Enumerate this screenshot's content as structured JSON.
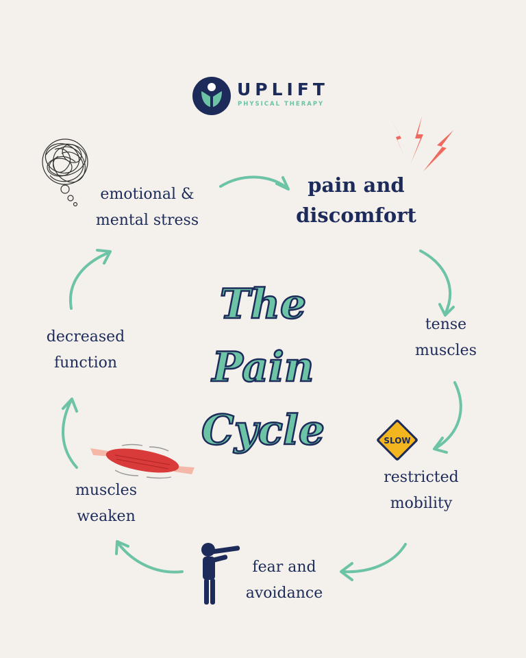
{
  "logo": {
    "name": "UPLIFT",
    "tagline": "PHYSICAL THERAPY"
  },
  "title": {
    "line1": "The",
    "line2": "Pain",
    "line3": "Cycle"
  },
  "cycle_steps": [
    {
      "line1": "pain and",
      "line2": "discomfort"
    },
    {
      "line1": "tense",
      "line2": "muscles"
    },
    {
      "line1": "restricted",
      "line2": "mobility",
      "sign": "SLOW"
    },
    {
      "line1": "fear and",
      "line2": "avoidance"
    },
    {
      "line1": "muscles",
      "line2": "weaken"
    },
    {
      "line1": "decreased",
      "line2": "function"
    },
    {
      "line1": "emotional &",
      "line2": "mental stress"
    }
  ],
  "colors": {
    "background": "#f4f0eb",
    "navy": "#1d2b5a",
    "mint": "#6cc3a6",
    "lightning": "#ef6a5e",
    "muscle": "#d93a3a",
    "sign_yellow": "#f3b61f"
  },
  "icons": [
    "logo-icon",
    "thought-scribble-icon",
    "lightning-icon",
    "slow-sign-icon",
    "avoidance-person-icon",
    "muscle-icon",
    "cycle-arrow"
  ]
}
